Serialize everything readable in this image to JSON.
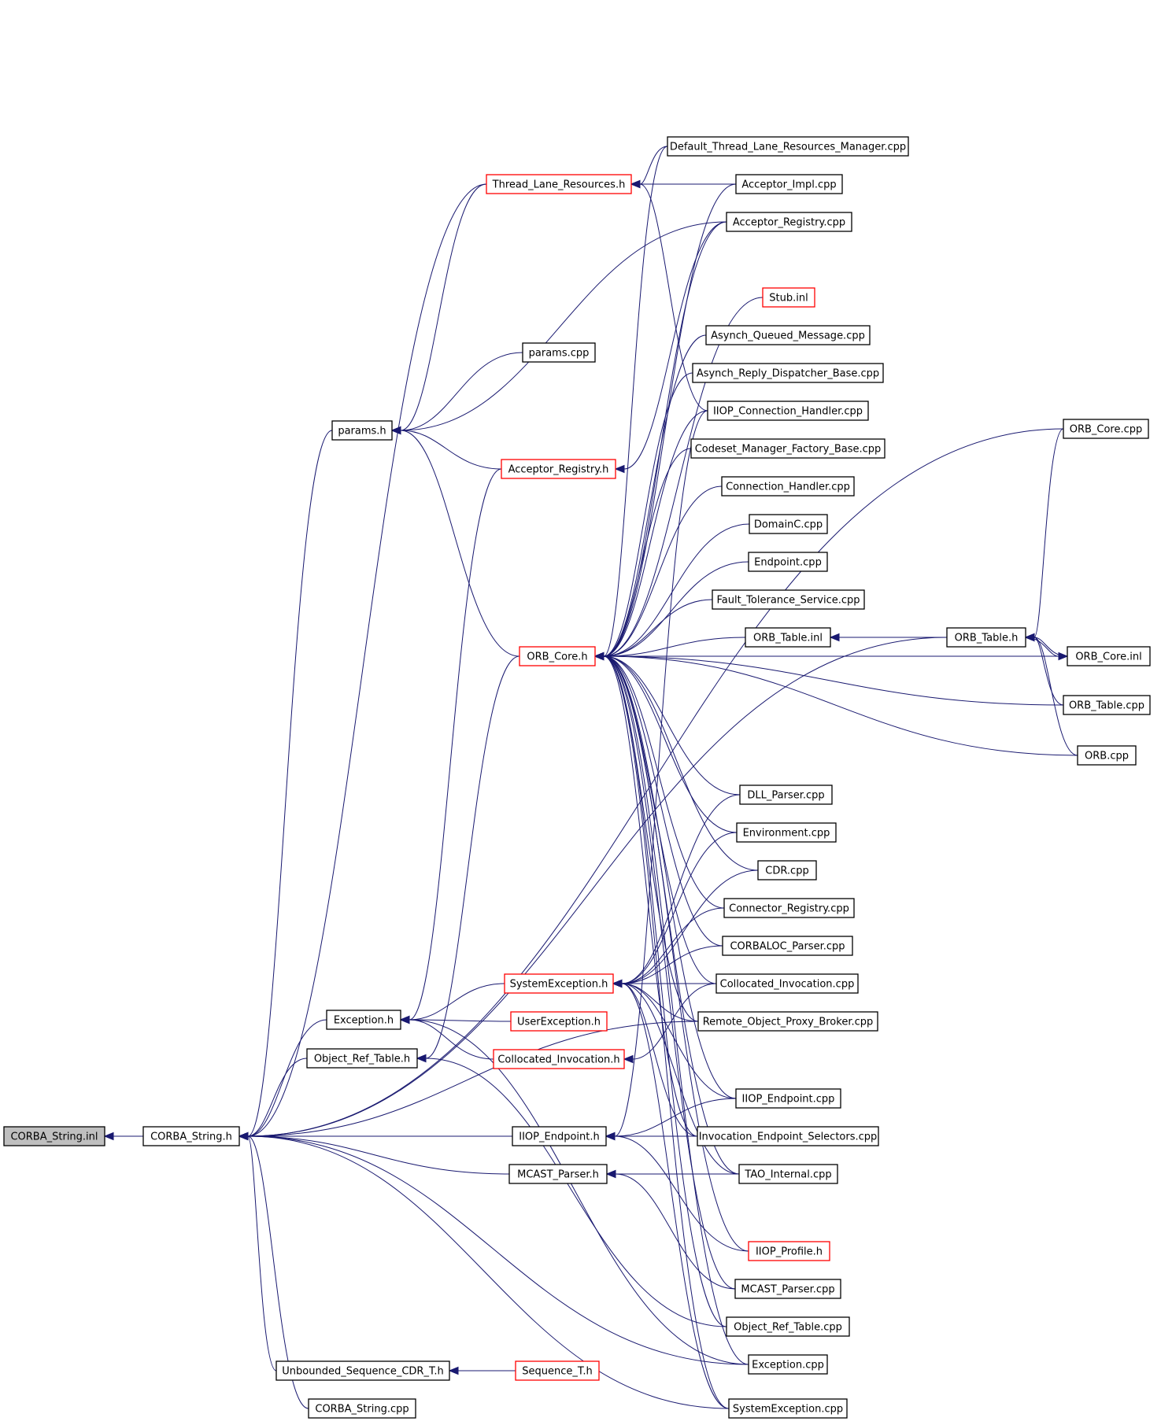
{
  "colors": {
    "edge": "#191970",
    "node_border_normal": "#000000",
    "node_border_truncated": "#ff0000",
    "root_fill": "#bfbfbf",
    "node_fill": "#ffffff"
  },
  "nodes": [
    {
      "id": "corba_string_inl",
      "label": "CORBA_String.inl",
      "style": "root"
    },
    {
      "id": "corba_string_h",
      "label": "CORBA_String.h",
      "style": "normal"
    },
    {
      "id": "thread_lane_resources_h",
      "label": "Thread_Lane_Resources.h",
      "style": "truncated"
    },
    {
      "id": "default_thread_lane_resources_manager_cpp",
      "label": "Default_Thread_Lane_Resources_Manager.cpp",
      "style": "normal"
    },
    {
      "id": "acceptor_impl_cpp",
      "label": "Acceptor_Impl.cpp",
      "style": "normal"
    },
    {
      "id": "acceptor_registry_cpp",
      "label": "Acceptor_Registry.cpp",
      "style": "normal"
    },
    {
      "id": "stub_inl",
      "label": "Stub.inl",
      "style": "truncated"
    },
    {
      "id": "asynch_queued_message_cpp",
      "label": "Asynch_Queued_Message.cpp",
      "style": "normal"
    },
    {
      "id": "asynch_reply_dispatcher_base_cpp",
      "label": "Asynch_Reply_Dispatcher_Base.cpp",
      "style": "normal"
    },
    {
      "id": "iiop_connection_handler_cpp",
      "label": "IIOP_Connection_Handler.cpp",
      "style": "normal"
    },
    {
      "id": "codeset_manager_factory_base_cpp",
      "label": "Codeset_Manager_Factory_Base.cpp",
      "style": "normal"
    },
    {
      "id": "connection_handler_cpp",
      "label": "Connection_Handler.cpp",
      "style": "normal"
    },
    {
      "id": "domainc_cpp",
      "label": "DomainC.cpp",
      "style": "normal"
    },
    {
      "id": "endpoint_cpp",
      "label": "Endpoint.cpp",
      "style": "normal"
    },
    {
      "id": "fault_tolerance_service_cpp",
      "label": "Fault_Tolerance_Service.cpp",
      "style": "normal"
    },
    {
      "id": "orb_table_inl",
      "label": "ORB_Table.inl",
      "style": "normal"
    },
    {
      "id": "orb_table_h",
      "label": "ORB_Table.h",
      "style": "normal"
    },
    {
      "id": "orb_core_inl",
      "label": "ORB_Core.inl",
      "style": "normal"
    },
    {
      "id": "orb_core_cpp",
      "label": "ORB_Core.cpp",
      "style": "normal"
    },
    {
      "id": "orb_table_cpp",
      "label": "ORB_Table.cpp",
      "style": "normal"
    },
    {
      "id": "orb_cpp",
      "label": "ORB.cpp",
      "style": "normal"
    },
    {
      "id": "params_cpp",
      "label": "params.cpp",
      "style": "normal"
    },
    {
      "id": "params_h",
      "label": "params.h",
      "style": "normal"
    },
    {
      "id": "acceptor_registry_h",
      "label": "Acceptor_Registry.h",
      "style": "truncated"
    },
    {
      "id": "orb_core_h",
      "label": "ORB_Core.h",
      "style": "truncated"
    },
    {
      "id": "dll_parser_cpp",
      "label": "DLL_Parser.cpp",
      "style": "normal"
    },
    {
      "id": "environment_cpp",
      "label": "Environment.cpp",
      "style": "normal"
    },
    {
      "id": "cdr_cpp",
      "label": "CDR.cpp",
      "style": "normal"
    },
    {
      "id": "connector_registry_cpp",
      "label": "Connector_Registry.cpp",
      "style": "normal"
    },
    {
      "id": "corbaloc_parser_cpp",
      "label": "CORBALOC_Parser.cpp",
      "style": "normal"
    },
    {
      "id": "collocated_invocation_cpp",
      "label": "Collocated_Invocation.cpp",
      "style": "normal"
    },
    {
      "id": "remote_object_proxy_broker_cpp",
      "label": "Remote_Object_Proxy_Broker.cpp",
      "style": "normal"
    },
    {
      "id": "systemexception_h",
      "label": "SystemException.h",
      "style": "truncated"
    },
    {
      "id": "userexception_h",
      "label": "UserException.h",
      "style": "truncated"
    },
    {
      "id": "collocated_invocation_h",
      "label": "Collocated_Invocation.h",
      "style": "truncated"
    },
    {
      "id": "exception_h",
      "label": "Exception.h",
      "style": "normal"
    },
    {
      "id": "object_ref_table_h",
      "label": "Object_Ref_Table.h",
      "style": "normal"
    },
    {
      "id": "iiop_endpoint_h",
      "label": "IIOP_Endpoint.h",
      "style": "normal"
    },
    {
      "id": "iiop_endpoint_cpp",
      "label": "IIOP_Endpoint.cpp",
      "style": "normal"
    },
    {
      "id": "invocation_endpoint_selectors_cpp",
      "label": "Invocation_Endpoint_Selectors.cpp",
      "style": "normal"
    },
    {
      "id": "mcast_parser_h",
      "label": "MCAST_Parser.h",
      "style": "normal"
    },
    {
      "id": "tao_internal_cpp",
      "label": "TAO_Internal.cpp",
      "style": "normal"
    },
    {
      "id": "iiop_profile_h",
      "label": "IIOP_Profile.h",
      "style": "truncated"
    },
    {
      "id": "mcast_parser_cpp",
      "label": "MCAST_Parser.cpp",
      "style": "normal"
    },
    {
      "id": "object_ref_table_cpp",
      "label": "Object_Ref_Table.cpp",
      "style": "normal"
    },
    {
      "id": "exception_cpp",
      "label": "Exception.cpp",
      "style": "normal"
    },
    {
      "id": "unbounded_sequence_cdr_t_h",
      "label": "Unbounded_Sequence_CDR_T.h",
      "style": "normal"
    },
    {
      "id": "sequence_t_h",
      "label": "Sequence_T.h",
      "style": "truncated"
    },
    {
      "id": "corba_string_cpp",
      "label": "CORBA_String.cpp",
      "style": "normal"
    },
    {
      "id": "systemexception_cpp",
      "label": "SystemException.cpp",
      "style": "normal"
    }
  ],
  "edges": [
    [
      "corba_string_h",
      "corba_string_inl"
    ],
    [
      "thread_lane_resources_h",
      "corba_string_h"
    ],
    [
      "params_h",
      "corba_string_h"
    ],
    [
      "exception_h",
      "corba_string_h"
    ],
    [
      "object_ref_table_h",
      "corba_string_h"
    ],
    [
      "iiop_endpoint_h",
      "corba_string_h"
    ],
    [
      "mcast_parser_h",
      "corba_string_h"
    ],
    [
      "unbounded_sequence_cdr_t_h",
      "corba_string_h"
    ],
    [
      "corba_string_cpp",
      "corba_string_h"
    ],
    [
      "exception_cpp",
      "corba_string_h"
    ],
    [
      "systemexception_cpp",
      "corba_string_h"
    ],
    [
      "orb_table_h",
      "corba_string_h"
    ],
    [
      "orb_core_cpp",
      "corba_string_h"
    ],
    [
      "remote_object_proxy_broker_cpp",
      "corba_string_h"
    ],
    [
      "default_thread_lane_resources_manager_cpp",
      "thread_lane_resources_h"
    ],
    [
      "acceptor_impl_cpp",
      "thread_lane_resources_h"
    ],
    [
      "iiop_connection_handler_cpp",
      "thread_lane_resources_h"
    ],
    [
      "params_cpp",
      "params_h"
    ],
    [
      "acceptor_registry_h",
      "params_h"
    ],
    [
      "thread_lane_resources_h",
      "params_h"
    ],
    [
      "orb_core_h",
      "params_h"
    ],
    [
      "acceptor_registry_cpp",
      "params_h"
    ],
    [
      "acceptor_registry_cpp",
      "acceptor_registry_h"
    ],
    [
      "acceptor_registry_h",
      "exception_h"
    ],
    [
      "default_thread_lane_resources_manager_cpp",
      "orb_core_h"
    ],
    [
      "acceptor_impl_cpp",
      "orb_core_h"
    ],
    [
      "acceptor_registry_cpp",
      "orb_core_h"
    ],
    [
      "stub_inl",
      "orb_core_h"
    ],
    [
      "asynch_queued_message_cpp",
      "orb_core_h"
    ],
    [
      "asynch_reply_dispatcher_base_cpp",
      "orb_core_h"
    ],
    [
      "iiop_connection_handler_cpp",
      "orb_core_h"
    ],
    [
      "codeset_manager_factory_base_cpp",
      "orb_core_h"
    ],
    [
      "connection_handler_cpp",
      "orb_core_h"
    ],
    [
      "domainc_cpp",
      "orb_core_h"
    ],
    [
      "endpoint_cpp",
      "orb_core_h"
    ],
    [
      "fault_tolerance_service_cpp",
      "orb_core_h"
    ],
    [
      "orb_table_inl",
      "orb_core_h"
    ],
    [
      "orb_core_inl",
      "orb_core_h"
    ],
    [
      "orb_table_cpp",
      "orb_core_h"
    ],
    [
      "orb_cpp",
      "orb_core_h"
    ],
    [
      "dll_parser_cpp",
      "orb_core_h"
    ],
    [
      "environment_cpp",
      "orb_core_h"
    ],
    [
      "cdr_cpp",
      "orb_core_h"
    ],
    [
      "connector_registry_cpp",
      "orb_core_h"
    ],
    [
      "corbaloc_parser_cpp",
      "orb_core_h"
    ],
    [
      "collocated_invocation_cpp",
      "orb_core_h"
    ],
    [
      "remote_object_proxy_broker_cpp",
      "orb_core_h"
    ],
    [
      "iiop_endpoint_cpp",
      "orb_core_h"
    ],
    [
      "invocation_endpoint_selectors_cpp",
      "orb_core_h"
    ],
    [
      "tao_internal_cpp",
      "orb_core_h"
    ],
    [
      "iiop_profile_h",
      "orb_core_h"
    ],
    [
      "mcast_parser_cpp",
      "orb_core_h"
    ],
    [
      "object_ref_table_cpp",
      "orb_core_h"
    ],
    [
      "exception_cpp",
      "orb_core_h"
    ],
    [
      "systemexception_cpp",
      "orb_core_h"
    ],
    [
      "orb_core_h",
      "object_ref_table_h"
    ],
    [
      "orb_table_h",
      "orb_table_inl"
    ],
    [
      "orb_core_inl",
      "orb_table_h"
    ],
    [
      "orb_core_cpp",
      "orb_table_h"
    ],
    [
      "orb_table_cpp",
      "orb_table_h"
    ],
    [
      "orb_cpp",
      "orb_table_h"
    ],
    [
      "orb_table_h",
      "orb_core_inl"
    ],
    [
      "systemexception_h",
      "exception_h"
    ],
    [
      "userexception_h",
      "exception_h"
    ],
    [
      "collocated_invocation_h",
      "exception_h"
    ],
    [
      "exception_cpp",
      "exception_h"
    ],
    [
      "dll_parser_cpp",
      "systemexception_h"
    ],
    [
      "environment_cpp",
      "systemexception_h"
    ],
    [
      "cdr_cpp",
      "systemexception_h"
    ],
    [
      "connector_registry_cpp",
      "systemexception_h"
    ],
    [
      "corbaloc_parser_cpp",
      "systemexception_h"
    ],
    [
      "collocated_invocation_cpp",
      "systemexception_h"
    ],
    [
      "remote_object_proxy_broker_cpp",
      "systemexception_h"
    ],
    [
      "iiop_endpoint_cpp",
      "systemexception_h"
    ],
    [
      "invocation_endpoint_selectors_cpp",
      "systemexception_h"
    ],
    [
      "tao_internal_cpp",
      "systemexception_h"
    ],
    [
      "systemexception_cpp",
      "systemexception_h"
    ],
    [
      "collocated_invocation_cpp",
      "collocated_invocation_h"
    ],
    [
      "object_ref_table_cpp",
      "object_ref_table_h"
    ],
    [
      "iiop_endpoint_cpp",
      "iiop_endpoint_h"
    ],
    [
      "invocation_endpoint_selectors_cpp",
      "iiop_endpoint_h"
    ],
    [
      "iiop_connection_handler_cpp",
      "iiop_endpoint_h"
    ],
    [
      "iiop_profile_h",
      "iiop_endpoint_h"
    ],
    [
      "tao_internal_cpp",
      "mcast_parser_h"
    ],
    [
      "mcast_parser_cpp",
      "mcast_parser_h"
    ],
    [
      "sequence_t_h",
      "unbounded_sequence_cdr_t_h"
    ]
  ]
}
